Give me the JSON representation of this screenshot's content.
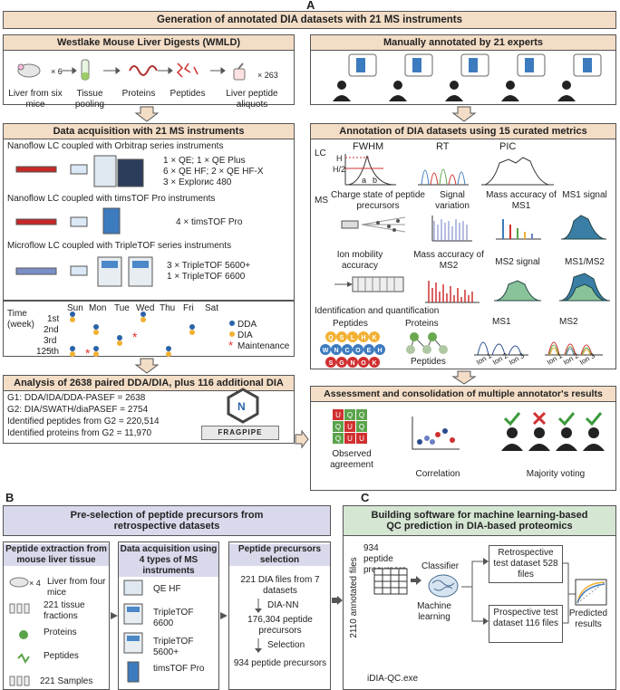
{
  "panel_a": {
    "letter": "A",
    "title": "Generation of annotated DIA datasets with 21 MS instruments",
    "wmld": {
      "title": "Westlake Mouse Liver Digests (WMLD)",
      "mult_left": "× 6",
      "mult_right": "× 263",
      "steps": [
        "Liver from six mice",
        "Tissue pooling",
        "Proteins",
        "Peptides",
        "Liver peptide aliquots"
      ]
    },
    "acquisition": {
      "title": "Data acquisition with 21 MS instruments",
      "orbitrap_label": "Nanoflow LC coupled with Orbitrap series instruments",
      "orbitrap_lines": [
        "1 × QE; 1 × QE Plus",
        "6 × QE HF; 2 × QE HF-X",
        "3 × Explorис 480"
      ],
      "timstof_label": "Nanoflow LC coupled with timsTOF Pro instruments",
      "timstof_line": "4 × timsTOF Pro",
      "tripletof_label": "Microflow LC coupled with TripleTOF series instruments",
      "tripletof_lines": [
        "3 × TripleTOF 5600+",
        "1 × TripleTOF 6600"
      ]
    },
    "schedule": {
      "ylabel": "Time (week)",
      "days": [
        "Sun",
        "Mon",
        "Tue",
        "Wed",
        "Thu",
        "Fri",
        "Sat"
      ],
      "weeks": [
        "1st",
        "2nd",
        "3rd",
        "...",
        "125th"
      ],
      "legend": [
        "DDA",
        "DIA",
        "Maintenance"
      ],
      "colors": {
        "dda": "#2a63a8",
        "dia": "#f2b134",
        "maint": "#e03030"
      }
    },
    "analysis": {
      "title": "Analysis of 2638 paired DDA/DIA, plus 116 additional DIA",
      "lines": [
        "G1: DDA/IDA/DDA-PASEF = 2638",
        "G2: DIA/SWATH/diaPASEF = 2754",
        "Identified peptides from G2 = 220,514",
        "Identified proteins from G2 = 11,970"
      ],
      "logo_text": "FRAGPIPE"
    },
    "experts": {
      "title": "Manually annotated by 21 experts"
    },
    "metrics": {
      "title": "Annotation of DIA datasets using 15 curated metrics",
      "lc_label": "LC",
      "ms_label": "MS",
      "fwhm": "FWHM",
      "h": "H",
      "h2": "H/2",
      "a": "a",
      "bb": "b",
      "rt": "RT",
      "pic": "PIC",
      "charge": "Charge state of peptide precursors",
      "signal_var": "Signal variation",
      "mass_acc_ms1": "Mass accuracy of MS1",
      "ms1_signal": "MS1 signal",
      "ion_mobility": "Ion mobility accuracy",
      "mass_acc_ms2": "Mass accuracy of MS2",
      "ms2_signal": "MS2 signal",
      "ms1_ms2": "MS1/MS2",
      "idq": "Identification and quantification",
      "peptides": "Peptides",
      "proteins": "Proteins",
      "peptides2": "Peptides",
      "ms1": "MS1",
      "ms2": "MS2",
      "ions": [
        "Ion 1",
        "Ion 2",
        "Ion 3"
      ],
      "pep_letters": [
        "Q",
        "S",
        "L",
        "H",
        "K",
        "W",
        "N",
        "C",
        "O",
        "E",
        "H",
        "S",
        "G",
        "N",
        "O",
        "K"
      ]
    },
    "assessment": {
      "title": "Assessment and consolidation of multiple annotator's results",
      "observed": "Observed agreement",
      "correlation": "Correlation",
      "majority": "Majority voting",
      "matrix": [
        "U",
        "Q",
        "Q",
        "Q",
        "U",
        "Q",
        "Q",
        "U",
        "U"
      ]
    }
  },
  "panel_b": {
    "letter": "B",
    "title": "Pre-selection of peptide precursors from retrospective datasets",
    "extraction": {
      "title": "Peptide extraction from mouse liver tissue",
      "mult": "× 4",
      "liver": "Liver from four mice",
      "fractions": "221 tissue fractions",
      "proteins": "Proteins",
      "peptides": "Peptides",
      "samples": "221 Samples"
    },
    "acquisition": {
      "title": "Data acquisition using 4 types of MS instruments",
      "items": [
        "QE HF",
        "TripleTOF 6600",
        "TripleTOF 5600+",
        "timsTOF Pro"
      ]
    },
    "selection": {
      "title": "Peptide precursors selection",
      "l1": "221 DIA files from 7 datasets",
      "l2": "DIA-NN",
      "l3": "176,304 peptide precursors",
      "l4": "Selection",
      "l5": "934 peptide precursors"
    }
  },
  "panel_c": {
    "letter": "C",
    "title": "Building software for machine learning-based QC prediction in DIA-based proteomics",
    "vertical": "2110 annotated files",
    "precursors": "934 peptide precursors",
    "classifier": "Classifier",
    "ml": "Machine learning",
    "retro": "Retrospective test dataset 528 files",
    "prosp": "Prospective test dataset 116 files",
    "predicted": "Predicted results",
    "exe": "iDIA-QC.exe"
  }
}
